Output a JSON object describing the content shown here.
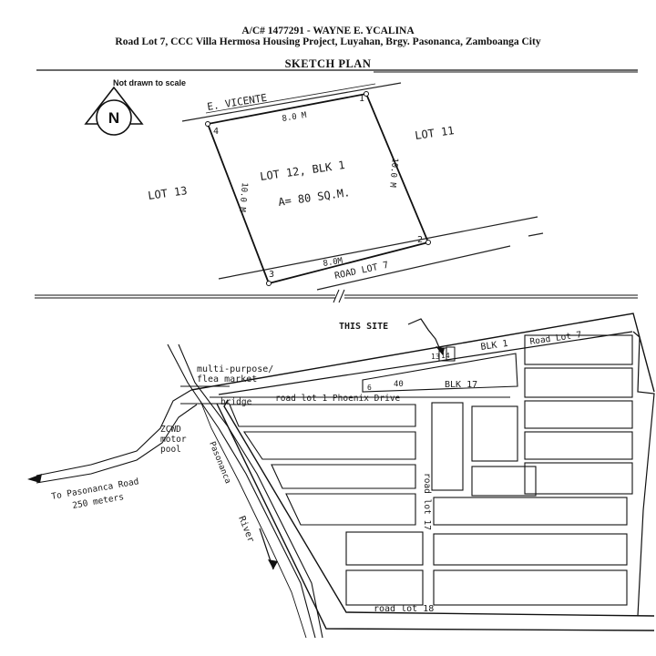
{
  "header": {
    "account_line": "A/C# 1477291 - WAYNE E. YCALINA",
    "address_line": "Road Lot  7, CCC Villa Hermosa Housing Project, Luyahan, Brgy. Pasonanca, Zamboanga City",
    "title": "SKETCH PLAN"
  },
  "north": {
    "scale_note": "Not drawn to scale",
    "letter": "N"
  },
  "lot_sketch": {
    "street_top": "E. VICENTE",
    "street_bottom": "ROAD LOT 7",
    "lot_id": "LOT 12,  BLK 1",
    "area": "A= 80 SQ.M.",
    "left_neighbor": "LOT 13",
    "right_neighbor": "LOT 11",
    "side_top": "8.0 M",
    "side_bottom": "8.0M",
    "side_left": "10.0 M",
    "side_right": "10.0 M",
    "corners": [
      "1",
      "2",
      "3",
      "4"
    ]
  },
  "vicinity": {
    "this_site": "THIS SITE",
    "market": [
      "multi-purpose/",
      "flea market"
    ],
    "zcwd": [
      "ZCWD",
      "motor",
      "pool"
    ],
    "to_road": [
      "To Pasonanca Road",
      "250 meters"
    ],
    "bridge": "bridge",
    "phoenix": "road lot 1 Phoenix Drive",
    "road17": "road lot 17",
    "road18": "road lot 18",
    "river": "River",
    "creek": "Pasonanca",
    "blk1": "BLK 1",
    "blk1_road": "Road Lot 7",
    "blk17": "BLK 17",
    "lot13": "13",
    "lot14": "14",
    "lot6": "6",
    "lot40": "40"
  }
}
